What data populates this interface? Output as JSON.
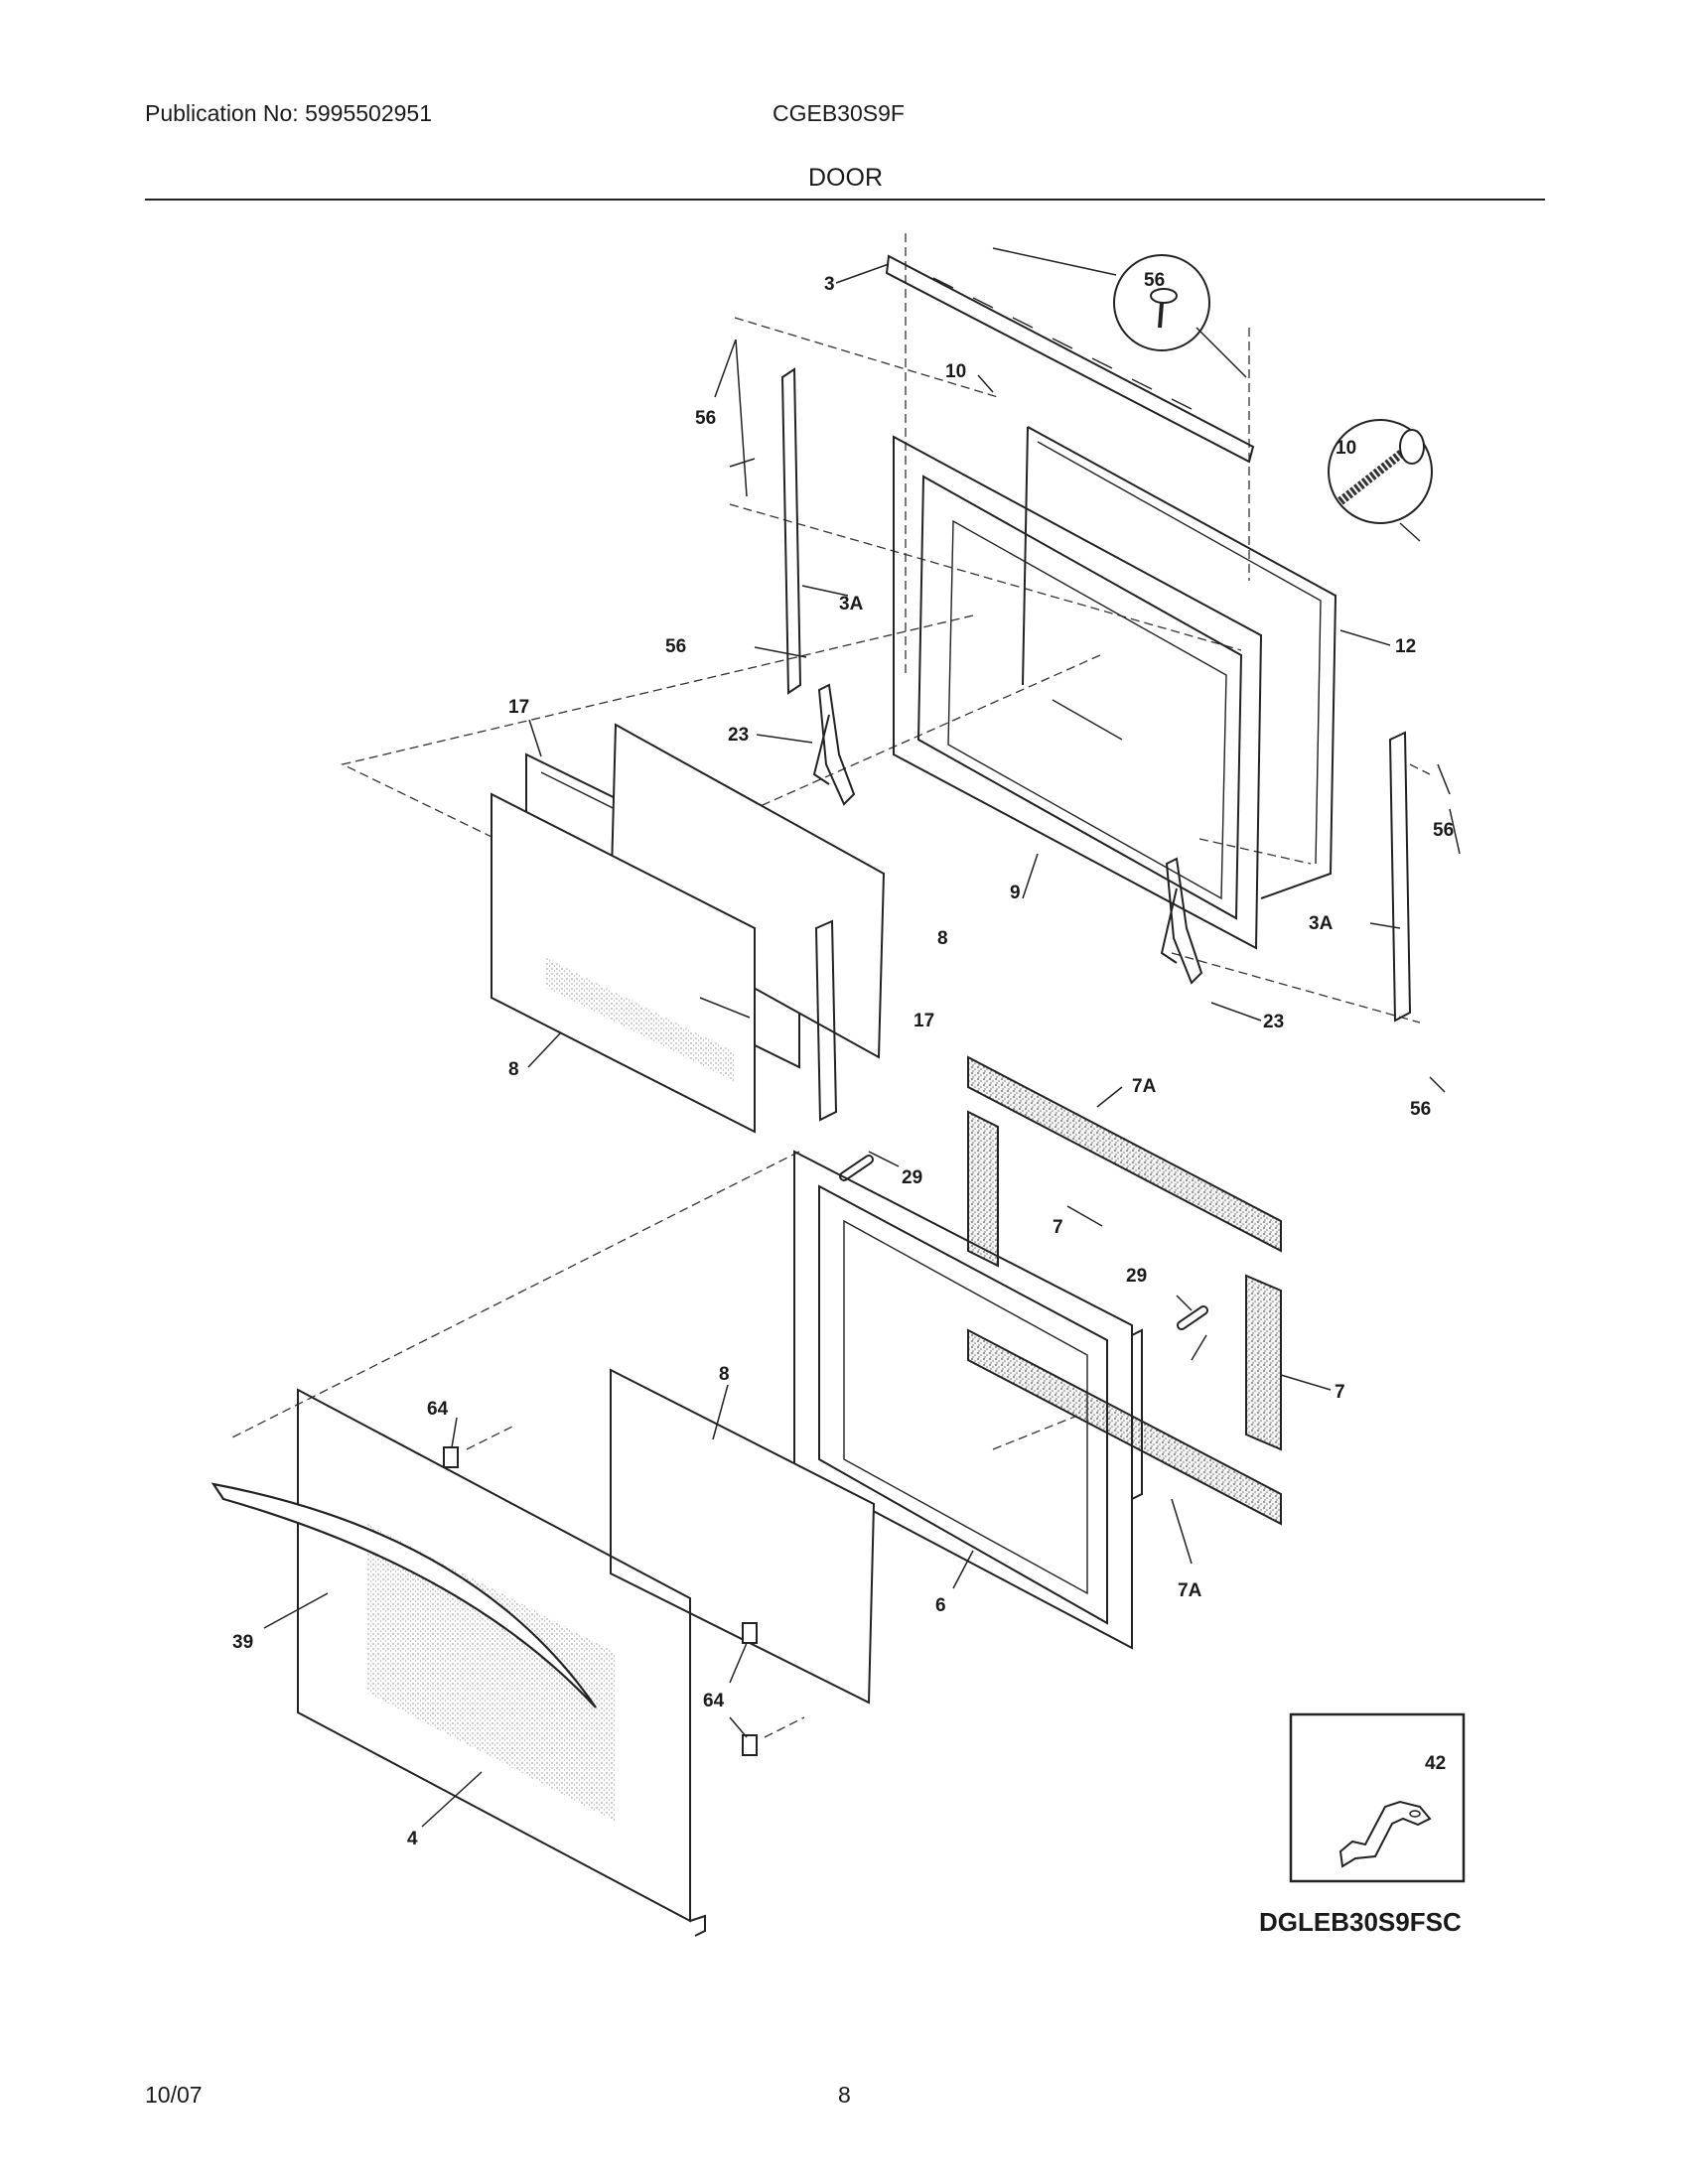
{
  "header": {
    "publication": "Publication No: 5995502951",
    "model": "CGEB30S9F",
    "section_title": "DOOR"
  },
  "footer": {
    "date": "10/07",
    "page_number": "8"
  },
  "callouts": {
    "c3": "3",
    "c56_top": "56",
    "c56_left_upper": "56",
    "c56_left_mid": "56",
    "c56_right_upper": "56",
    "c56_right_lower": "56",
    "c10_top": "10",
    "c10_inset": "10",
    "c3a_left": "3A",
    "c3a_right": "3A",
    "c12": "12",
    "c17_upper": "17",
    "c17_lower": "17",
    "c23_left": "23",
    "c23_right": "23",
    "c9": "9",
    "c8_back": "8",
    "c8_front": "8",
    "c8_lower": "8",
    "c7a_upper": "7A",
    "c7a_lower": "7A",
    "c7_left": "7",
    "c7_right": "7",
    "c29_upper": "29",
    "c29_lower": "29",
    "c64_upper": "64",
    "c64_lower": "64",
    "c39": "39",
    "c6": "6",
    "c4": "4",
    "c42": "42"
  },
  "inset": {
    "caption": "DGLEB30S9FSC"
  },
  "icons": {
    "screw": "screw-icon",
    "hinge": "hinge-icon",
    "bracket": "bracket-icon"
  }
}
